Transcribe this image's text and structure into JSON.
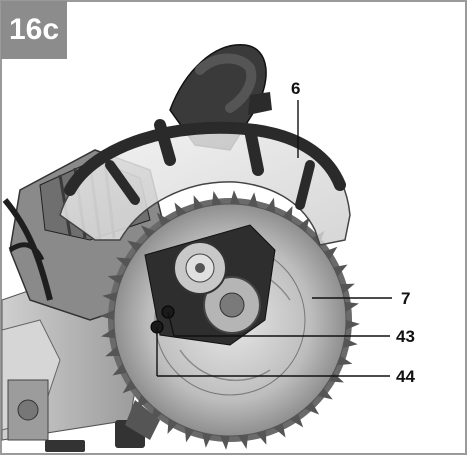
{
  "figure": {
    "id_label": "16c",
    "subject": "miter-saw-blade-guard-illustration"
  },
  "callouts": [
    {
      "label": "6",
      "part": "blade-guard"
    },
    {
      "label": "7",
      "part": "saw-blade"
    },
    {
      "label": "43",
      "part": "screw"
    },
    {
      "label": "44",
      "part": "screw"
    }
  ],
  "colors": {
    "badge": "#8c8c8c",
    "border": "#9a9a9a",
    "metal": "#b8b8b8",
    "dark": "#2a2a2a"
  }
}
